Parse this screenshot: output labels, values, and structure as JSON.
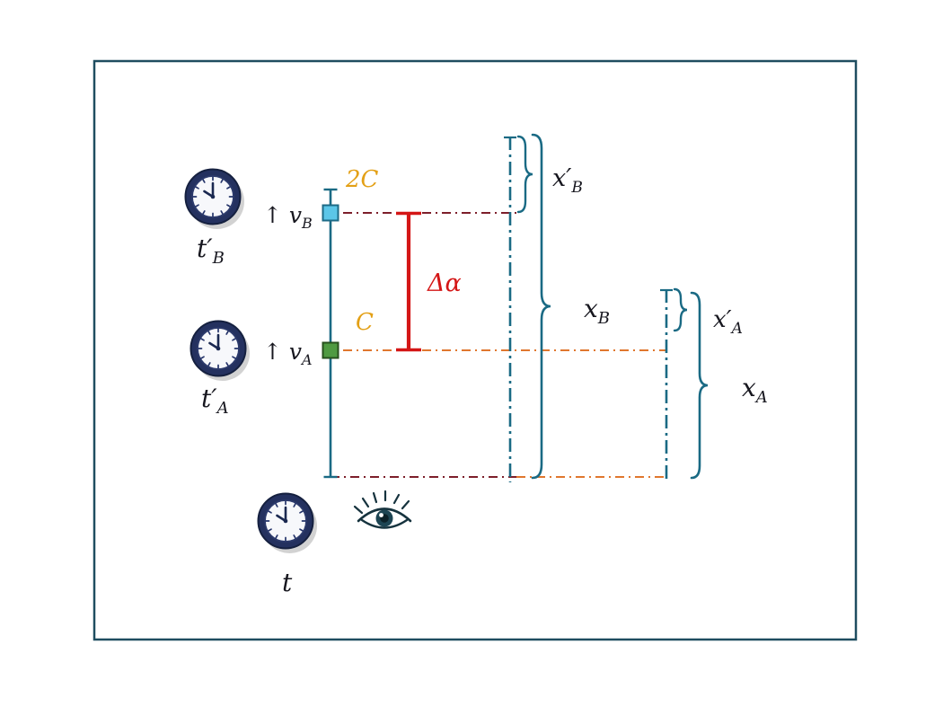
{
  "colors": {
    "frame": "#1f4d60",
    "axis": "#1a6a84",
    "dark_red": "#7d1f2a",
    "orange": "#e0772e",
    "red": "#d41616",
    "gold": "#e3a016",
    "blue_marker": "#5cc6e8",
    "green_marker": "#4f9a41",
    "text": "#17171f"
  },
  "labels": {
    "tB": {
      "base": "t′",
      "sub": "B"
    },
    "tA": {
      "base": "t′",
      "sub": "A"
    },
    "t": "t",
    "vB": {
      "arrow": "↑ ",
      "base": "v",
      "sub": "B"
    },
    "vA": {
      "arrow": "↑ ",
      "base": "v",
      "sub": "A"
    },
    "twoC": "2C",
    "C": "C",
    "deltaAlpha": "Δα",
    "xBp": {
      "base": "x′",
      "sub": "B"
    },
    "xB": {
      "base": "x",
      "sub": "B"
    },
    "xAp": {
      "base": "x′",
      "sub": "A"
    },
    "xA": {
      "base": "x",
      "sub": "A"
    }
  }
}
